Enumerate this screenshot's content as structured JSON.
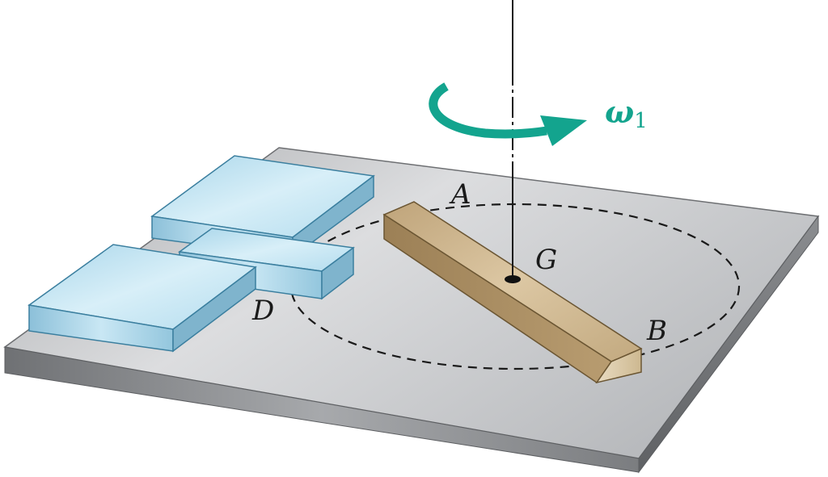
{
  "labels": {
    "point_a": "A",
    "point_b": "B",
    "point_d": "D",
    "center_g": "G"
  },
  "rotation": {
    "symbol": "ω",
    "subscript": "1"
  },
  "colors": {
    "rotation_arrow": "#13a48e",
    "plate_top": "#c8c9cb",
    "plate_edge": "#8f9194",
    "bar_top": "#c9b089",
    "bar_side": "#a88d63",
    "block_top": "#bfe3f2",
    "block_side": "#8fc2da",
    "text": "#1a1a1a"
  }
}
